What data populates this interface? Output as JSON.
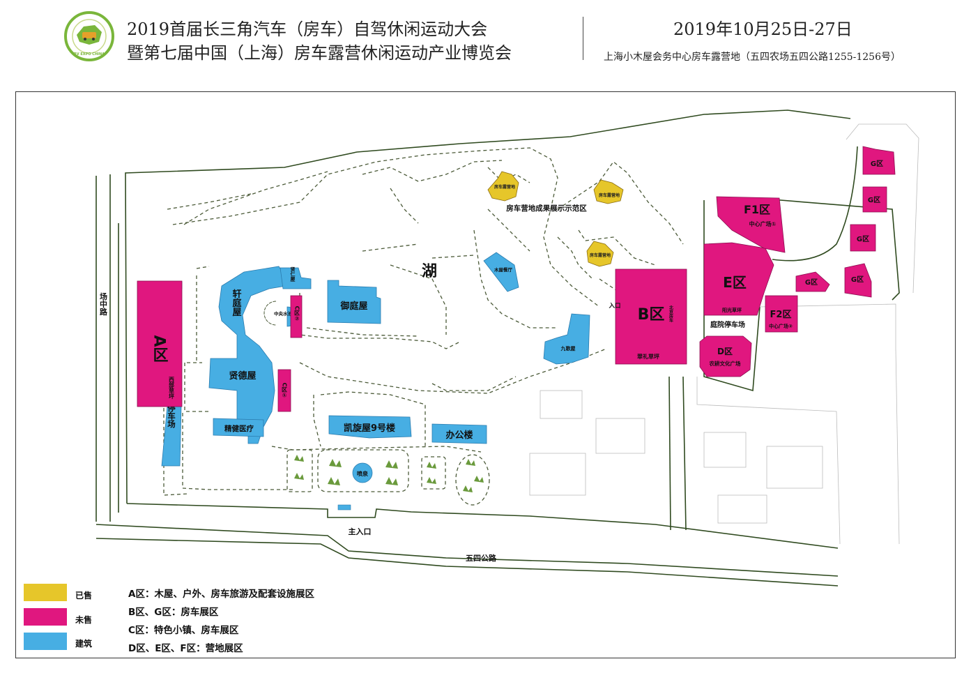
{
  "header": {
    "title_line1": "2019首届长三角汽车（房车）自驾休闲运动大会",
    "title_line2": "暨第七届中国（上海）房车露营休闲运动产业博览会",
    "date": "2019年10月25日-27日",
    "venue": "上海小木屋会务中心房车露营地（五四农场五四公路1255-1256号）",
    "logo_text": "RV EXPO CHINA"
  },
  "colors": {
    "sold": "#e6c62a",
    "unsold": "#e0177f",
    "building": "#47aee3",
    "road": "#2f4a1f",
    "path": "#4b5a38"
  },
  "map": {
    "lake": "湖",
    "road_left": "场中路",
    "road_bottom": "五四公路",
    "main_entrance": "主入口",
    "entrance_small": "入口",
    "rv_demo_area": "房车营地成果展示示范区",
    "rv_camp_label": "房车露营地",
    "zones": {
      "a": "A区",
      "a_sub": "西部草坪",
      "b": "B区",
      "b_sub": "翠礼草坪",
      "b_side": "北京房车",
      "c1": "C区①",
      "c2": "C区②",
      "d": "D区",
      "d_sub": "农耕文化广场",
      "e": "E区",
      "e_sub": "阳光草坪",
      "f1": "F1区",
      "f1_sub": "中心广场①",
      "f2": "F2区",
      "f2_sub": "中心广场②",
      "g": "G区"
    },
    "buildings": {
      "xuanting": "轩庭屋",
      "xiande": "贤德屋",
      "yuting": "御庭屋",
      "xianren": "贤仁屋",
      "zhongyang": "中央水池",
      "jingjian": "精健医疗",
      "kaixuan": "凯旋屋9号楼",
      "bangong": "办公楼",
      "mumu": "木屋餐厅",
      "jiuge": "九歌屋",
      "penquan": "喷泉",
      "parking": "停车场",
      "courtyard_parking": "庭院停车场"
    }
  },
  "legend": {
    "sold": "已售",
    "unsold": "未售",
    "building": "建筑",
    "notes": [
      "A区：木屋、户外、房车旅游及配套设施展区",
      "B区、G区：房车展区",
      "C区：特色小镇、房车展区",
      "D区、E区、F区：营地展区"
    ]
  }
}
